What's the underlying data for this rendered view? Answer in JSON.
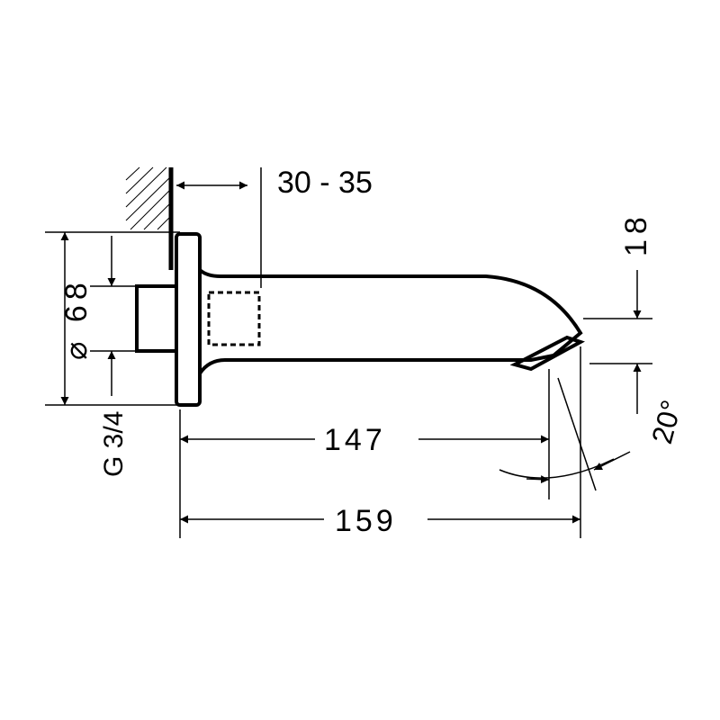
{
  "dimensions": {
    "projection": "30 - 35",
    "diameter": "⌀ 68",
    "thread": "G 3/4",
    "length_outlet": "147",
    "length_total": "159",
    "height": "18",
    "angle": "20°"
  }
}
